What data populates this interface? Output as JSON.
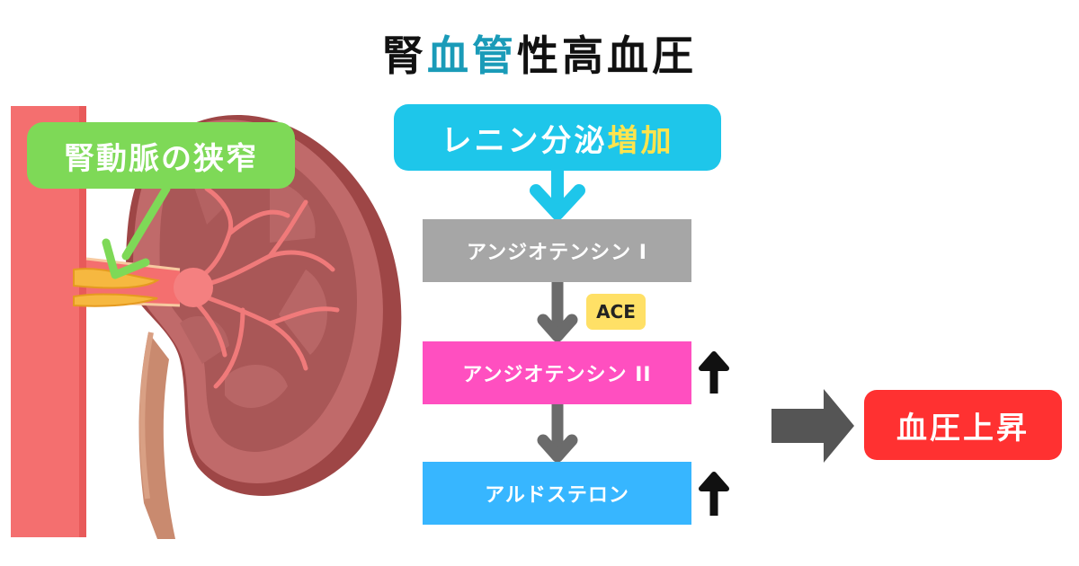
{
  "title": {
    "part1": "腎",
    "part2": "血管",
    "part3": "性高血圧",
    "accent_color": "#1a9bb8"
  },
  "callout": {
    "text": "腎動脈の狭窄",
    "color": "#7ed957"
  },
  "flow": {
    "renin": {
      "text_main": "レニン分泌",
      "text_highlight": "増加",
      "color": "#1ec6ea",
      "highlight_color": "#ffe44d"
    },
    "angiotensin1": {
      "text": "アンジオテンシン I",
      "color": "#a6a6a6"
    },
    "ace": {
      "text": "ACE",
      "color": "#ffe066"
    },
    "angiotensin2": {
      "text": "アンジオテンシン II",
      "color": "#ff4fc0"
    },
    "aldosterone": {
      "text": "アルドステロン",
      "color": "#37b6ff"
    },
    "bp_rise": {
      "text": "血圧上昇",
      "color": "#ff3131"
    }
  },
  "icons": {
    "renin_arrow": "down-arrow-icon",
    "flow_arrows": "down-arrow-icon",
    "increase_marks": "up-arrow-icon",
    "result_arrow": "right-arrow-icon"
  }
}
